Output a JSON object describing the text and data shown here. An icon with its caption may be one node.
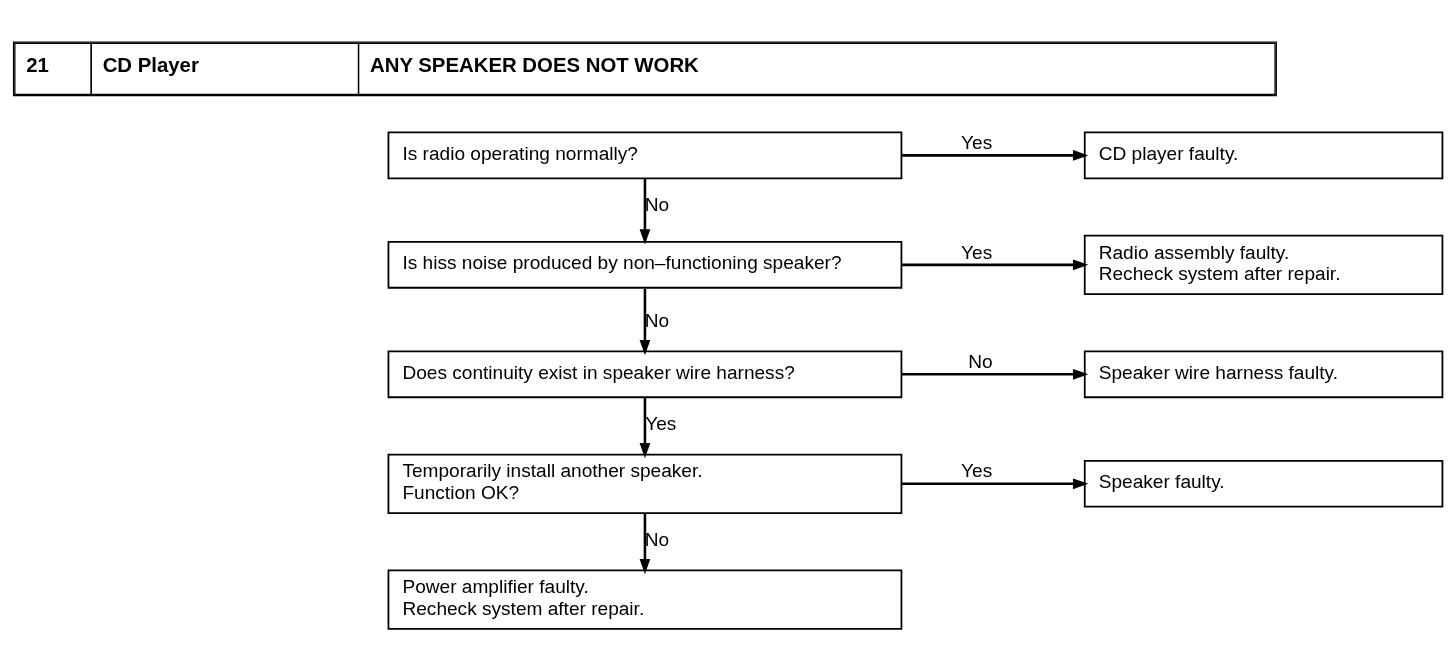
{
  "diagram": {
    "nodes": [
      {
        "text": [
          "21",
          "CD Player",
          "ANY SPEAKER DOES NOT WORK"
        ]
      },
      {
        "text": [
          "Is radio operating normally?"
        ]
      },
      {
        "text": [
          "CD player faulty."
        ]
      },
      {
        "text": [
          "Is hiss noise produced by non–functioning speaker?"
        ]
      },
      {
        "text": [
          "Radio assembly faulty.",
          "Recheck system after repair."
        ]
      },
      {
        "text": [
          "Does continuity exist in speaker wire harness?"
        ]
      },
      {
        "text": [
          "Speaker wire harness faulty."
        ]
      },
      {
        "text": [
          "Temporarily install another speaker.",
          "Function OK?"
        ]
      },
      {
        "text": [
          "Speaker faulty."
        ]
      },
      {
        "text": [
          "Power amplifier faulty.",
          "Recheck system after repair."
        ]
      }
    ],
    "edges": [
      {
        "from": 1,
        "to": 2,
        "arrow": "to",
        "label": "Yes"
      },
      {
        "from": 1,
        "to": 3,
        "arrow": "to",
        "label": "No"
      },
      {
        "from": 3,
        "to": 4,
        "arrow": "to",
        "label": "Yes"
      },
      {
        "from": 3,
        "to": 5,
        "arrow": "to",
        "label": "No"
      },
      {
        "from": 5,
        "to": 6,
        "arrow": "to",
        "label": "No"
      },
      {
        "from": 5,
        "to": 7,
        "arrow": "to",
        "label": "Yes"
      },
      {
        "from": 7,
        "to": 8,
        "arrow": "to",
        "label": "Yes"
      },
      {
        "from": 7,
        "to": 9,
        "arrow": "to",
        "label": "No"
      }
    ]
  }
}
